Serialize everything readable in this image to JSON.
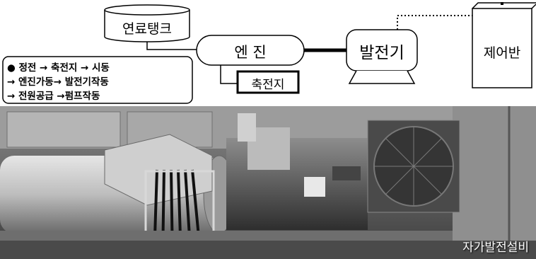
{
  "diagram": {
    "fuel_tank": "연료탱크",
    "engine": "엔  진",
    "battery": "축전지",
    "generator": "발전기",
    "control_panel": "제어반",
    "sequence": [
      "●  정전 → 축전지 → 시동",
      "→ 엔진가동→ 발전기작동",
      "→ 전원공급 →펌프작동"
    ]
  },
  "photo": {
    "caption": "자가발전설비"
  }
}
